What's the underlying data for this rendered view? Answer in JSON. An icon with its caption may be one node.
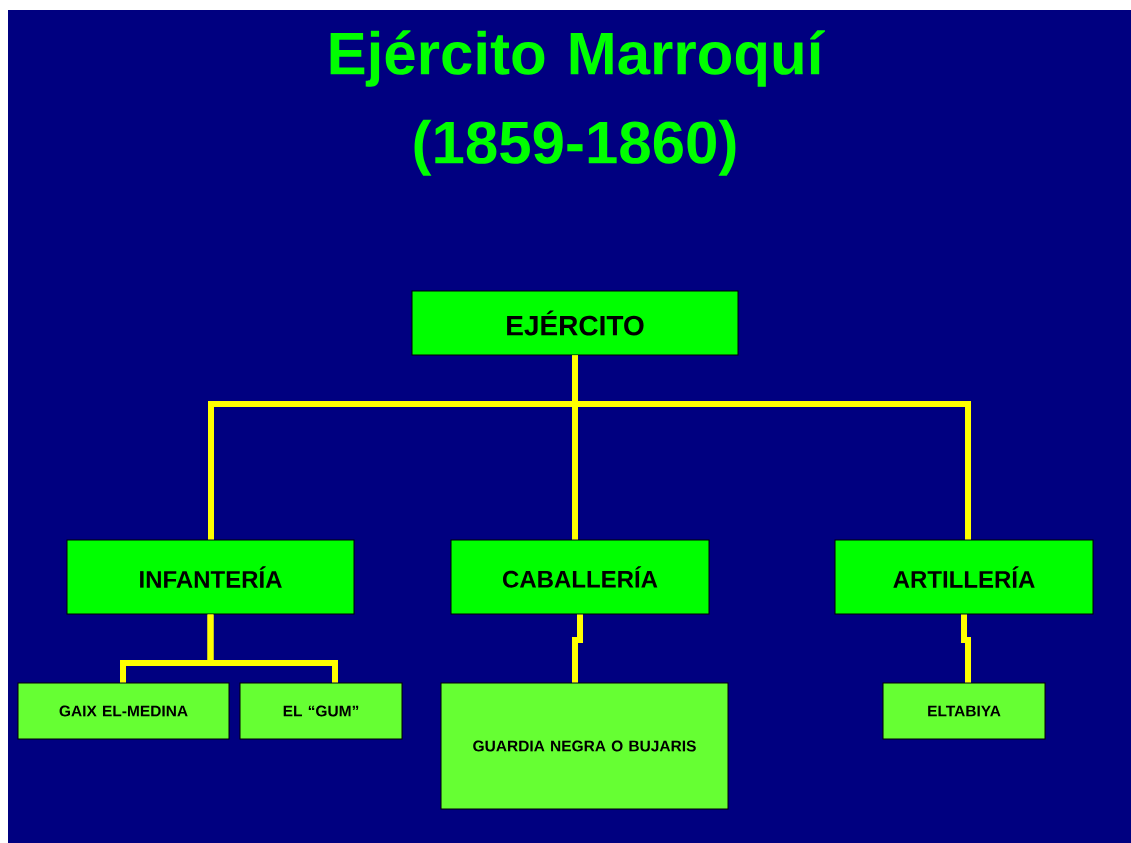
{
  "diagram": {
    "title": "Ejército Marroquí (1859-1860)",
    "nodes": [
      {
        "text": [
          "EJÉRCITO"
        ]
      },
      {
        "text": [
          "INFANTERÍA"
        ]
      },
      {
        "text": [
          "CABALLERÍA"
        ]
      },
      {
        "text": [
          "ARTILLERÍA"
        ]
      },
      {
        "text": [
          "GAIX EL-MEDINA"
        ]
      },
      {
        "text": [
          "EL “GUM”"
        ]
      },
      {
        "text": [
          "GUARDIA NEGRA O BUJARIS"
        ]
      },
      {
        "text": [
          "ELTABIYA"
        ]
      }
    ],
    "edges": [
      {
        "from": 0,
        "to": 1,
        "arrow": "none"
      },
      {
        "from": 0,
        "to": 2,
        "arrow": "none"
      },
      {
        "from": 0,
        "to": 3,
        "arrow": "none"
      },
      {
        "from": 1,
        "to": 4,
        "arrow": "none"
      },
      {
        "from": 1,
        "to": 5,
        "arrow": "none"
      },
      {
        "from": 2,
        "to": 6,
        "arrow": "none"
      },
      {
        "from": 3,
        "to": 7,
        "arrow": "none"
      }
    ]
  }
}
